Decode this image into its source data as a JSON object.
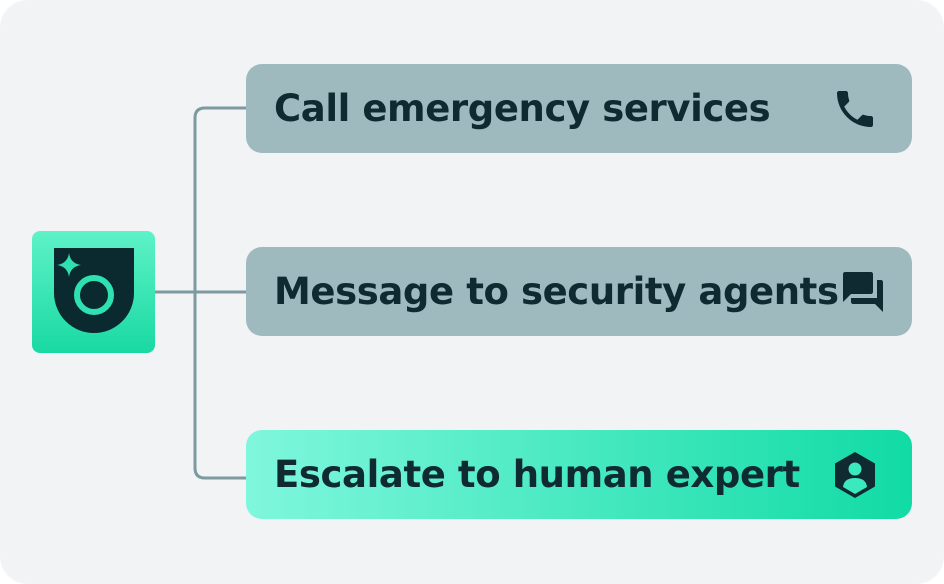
{
  "diagram": {
    "actions": [
      {
        "label": "Call emergency services",
        "icon": "phone-icon"
      },
      {
        "label": "Message to security agents",
        "icon": "chat-bubbles-icon"
      },
      {
        "label": "Escalate to human expert",
        "icon": "person-hexagon-icon"
      }
    ],
    "colors": {
      "background": "#f1f3f5",
      "card_neutral": "#9fbabf",
      "card_highlight_start": "#7ff7dc",
      "card_highlight_end": "#11dba5",
      "text": "#0f2a30",
      "connector": "#7c9aa0",
      "logo_start": "#5ef2c8",
      "logo_end": "#19d9a2"
    }
  }
}
